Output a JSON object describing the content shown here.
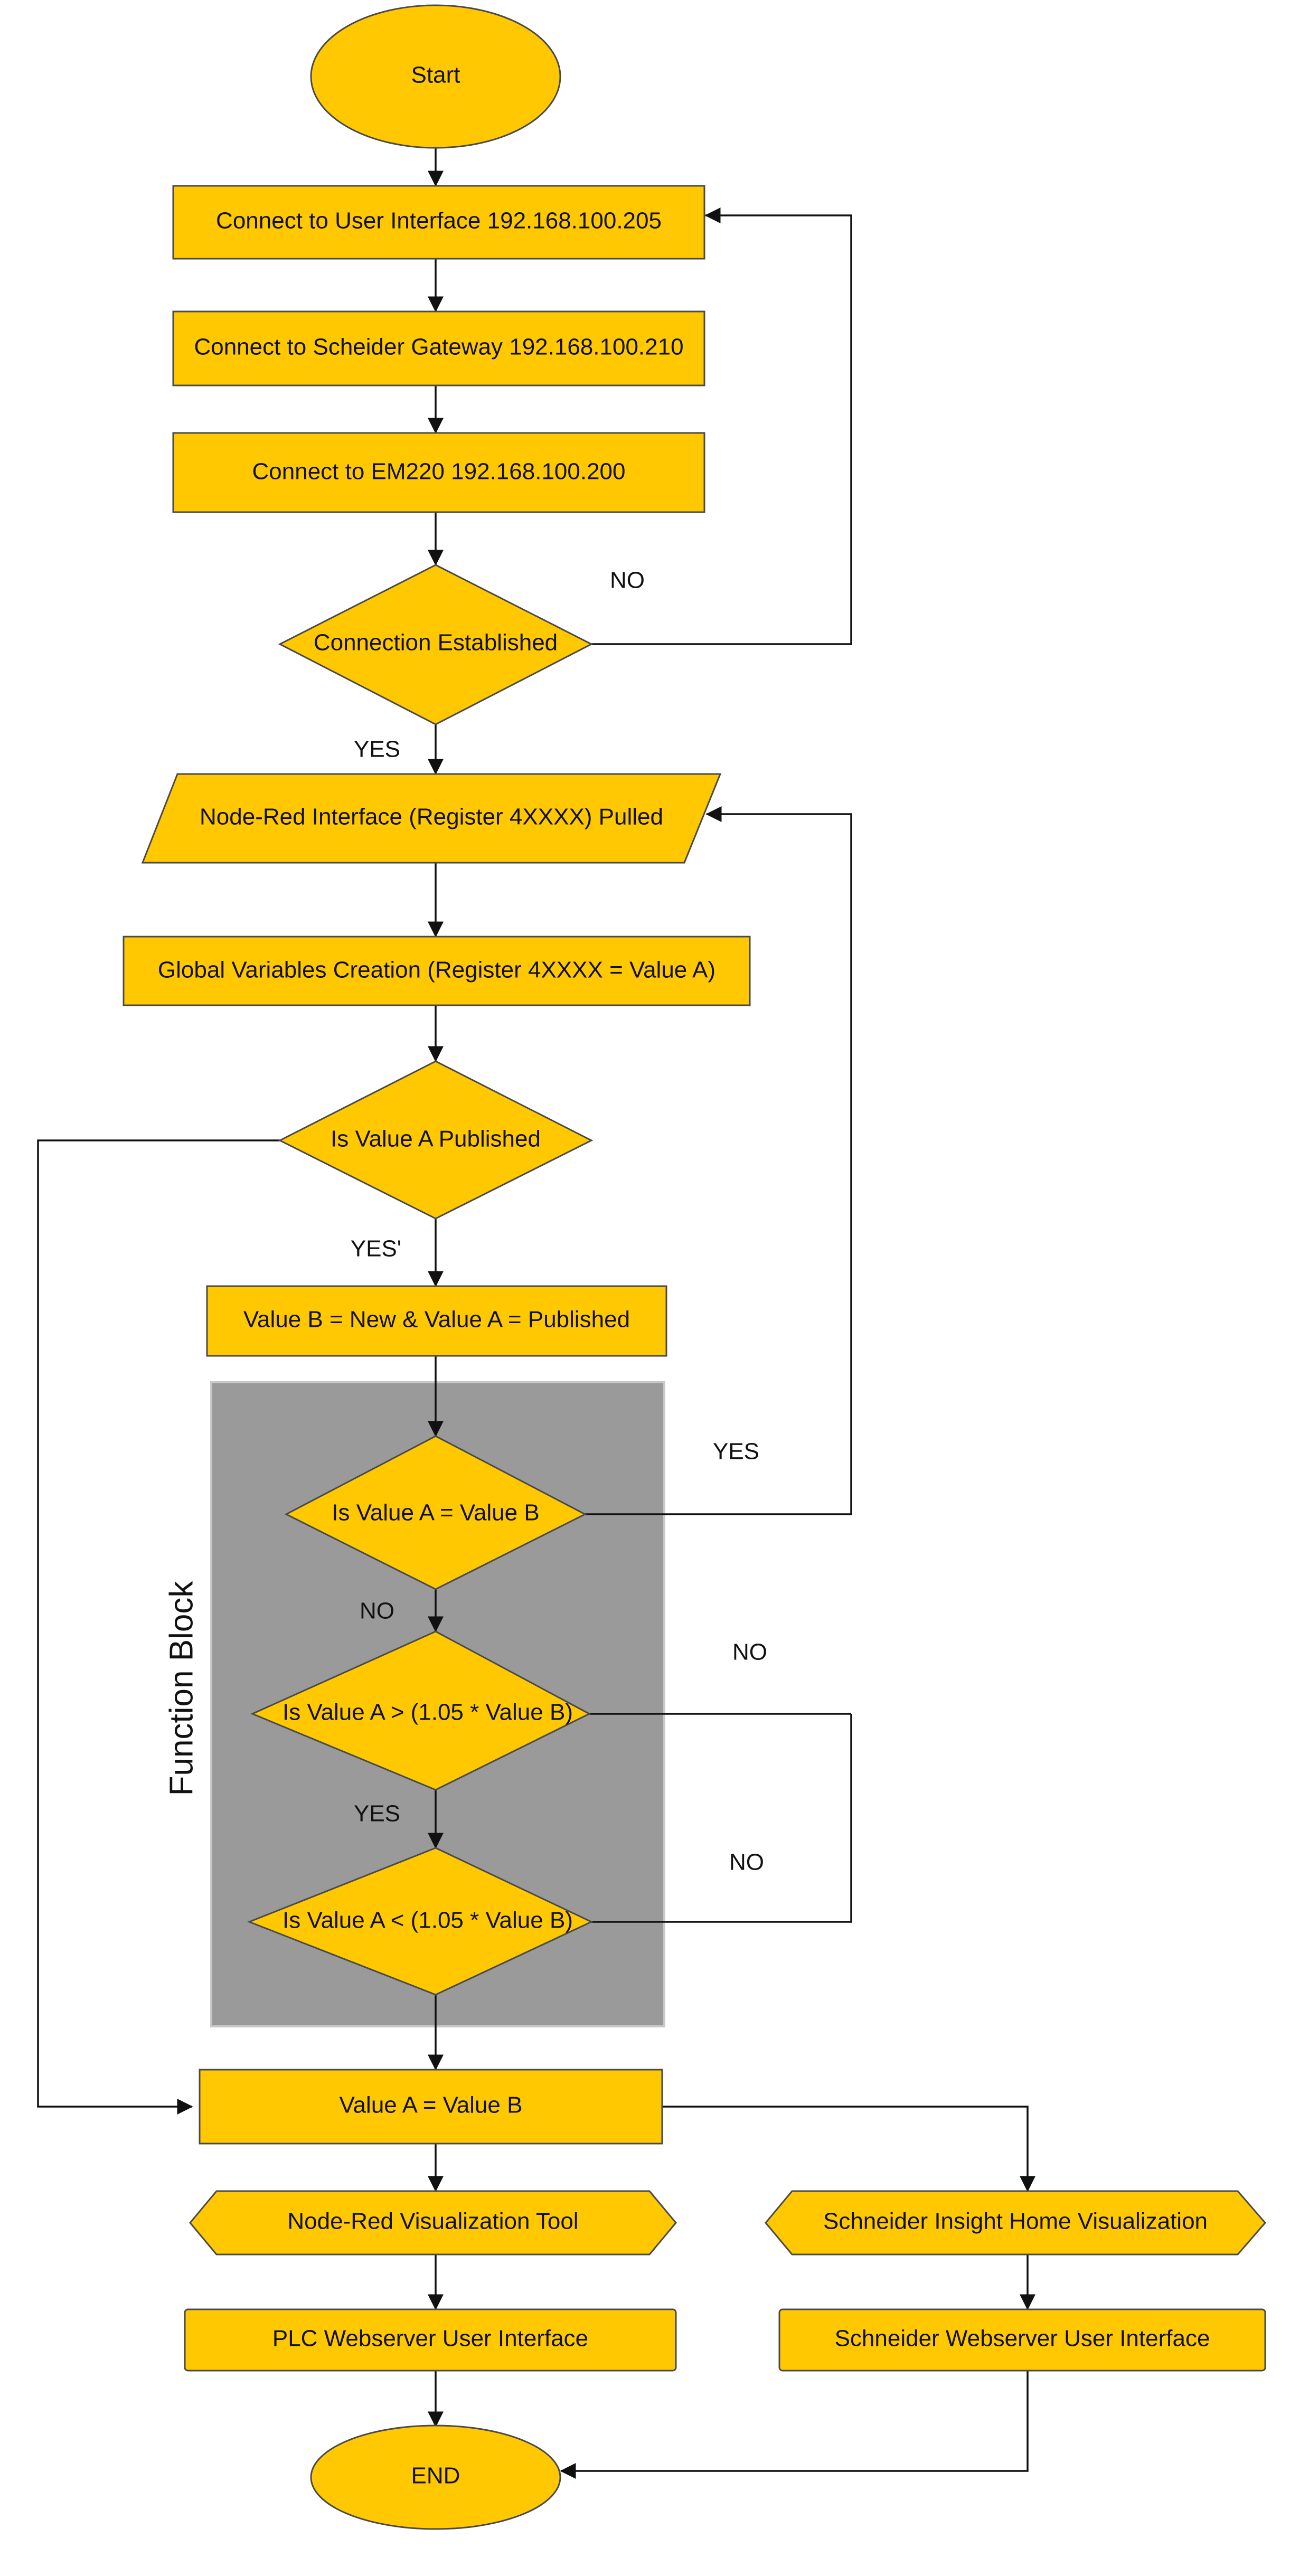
{
  "diagram": {
    "fill_color": "#FFC800",
    "group_color": "#9A9A9A",
    "nodes": {
      "start": "Start",
      "connect_ui": "Connect to User Interface 192.168.100.205",
      "connect_gateway": "Connect to Scheider Gateway 192.168.100.210",
      "connect_em220": "Connect to EM220 192.168.100.200",
      "connection_established": "Connection Established",
      "node_red_interface": "Node-Red Interface (Register 4XXXX) Pulled",
      "global_variables": "Global Variables Creation (Register 4XXXX = Value A)",
      "is_value_a_published": "Is Value A Published",
      "value_b_new": "Value B = New  & Value A = Published",
      "is_a_equal_b": "Is Value A = Value B",
      "is_a_greater": "Is Value A > (1.05 * Value B)",
      "is_a_less": "Is Value A < (1.05 * Value B)",
      "value_a_equals_b": "Value A = Value B",
      "node_red_visualization": "Node-Red Visualization Tool",
      "schneider_insight": "Schneider Insight Home Visualization",
      "plc_webserver": "PLC Webserver User Interface",
      "schneider_webserver": "Schneider Webserver User Interface",
      "end": "END"
    },
    "group_label": "Function Block",
    "edge_labels": {
      "connection_no": "NO",
      "connection_yes": "YES",
      "published_yes": "YES'",
      "equal_yes": "YES",
      "equal_no": "NO",
      "greater_no": "NO",
      "greater_yes": "YES",
      "less_no": "NO"
    }
  }
}
